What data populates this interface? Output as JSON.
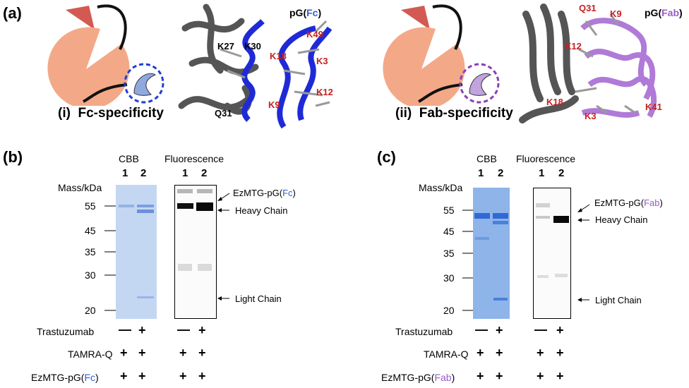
{
  "panel_a": {
    "label": "(a)",
    "left": {
      "caption_num": "(i)",
      "caption": "Fc-specificity",
      "title_prefix": "pG(",
      "title_tag": "Fc",
      "title_suffix": ")",
      "residues_black": [
        "K27",
        "K30",
        "Q31"
      ],
      "residues_red": [
        "K49",
        "K18",
        "K3",
        "K12",
        "K9"
      ]
    },
    "right": {
      "caption_num": "(ii)",
      "caption": "Fab-specificity",
      "title_prefix": "pG(",
      "title_tag": "Fab",
      "title_suffix": ")",
      "residues_red": [
        "Q31",
        "K9",
        "K12",
        "K18",
        "K3",
        "K41"
      ]
    }
  },
  "panel_b": {
    "label": "(b)",
    "cbb": "CBB",
    "fluor": "Fluorescence",
    "lanes": [
      "1",
      "2"
    ],
    "mass_label": "Mass/kDa",
    "markers": [
      "55",
      "45",
      "35",
      "30",
      "20"
    ],
    "band_labels": {
      "conj_prefix": "EzMTG-pG(",
      "conj_tag": "Fc",
      "conj_suffix": ")",
      "heavy": "Heavy Chain",
      "light": "Light Chain"
    },
    "rows": [
      {
        "name": "Trastuzumab",
        "signs": [
          "—",
          "+",
          "—",
          "+"
        ]
      },
      {
        "name": "TAMRA-Q",
        "signs": [
          "+",
          "+",
          "+",
          "+"
        ]
      },
      {
        "name_prefix": "EzMTG-pG(",
        "name_tag": "Fc",
        "name_suffix": ")",
        "signs": [
          "+",
          "+",
          "+",
          "+"
        ]
      }
    ]
  },
  "panel_c": {
    "label": "(c)",
    "cbb": "CBB",
    "fluor": "Fluorescence",
    "lanes": [
      "1",
      "2"
    ],
    "mass_label": "Mass/kDa",
    "markers": [
      "55",
      "45",
      "35",
      "30",
      "20"
    ],
    "band_labels": {
      "conj_prefix": "EzMTG-pG(",
      "conj_tag": "Fab",
      "conj_suffix": ")",
      "heavy": "Heavy Chain",
      "light": "Light Chain"
    },
    "rows": [
      {
        "name": "Trastuzumab",
        "signs": [
          "—",
          "+",
          "—",
          "+"
        ]
      },
      {
        "name": "TAMRA-Q",
        "signs": [
          "+",
          "+",
          "+",
          "+"
        ]
      },
      {
        "name_prefix": "EzMTG-pG(",
        "name_tag": "Fab",
        "name_suffix": ")",
        "signs": [
          "+",
          "+",
          "+",
          "+"
        ]
      }
    ]
  },
  "colors": {
    "fc": "#2f5fd0",
    "fab": "#9a5cc8",
    "red_residue": "#c62020",
    "cbb_gel": "#a9c6ec",
    "cbb_band": "#5e8ddb"
  }
}
